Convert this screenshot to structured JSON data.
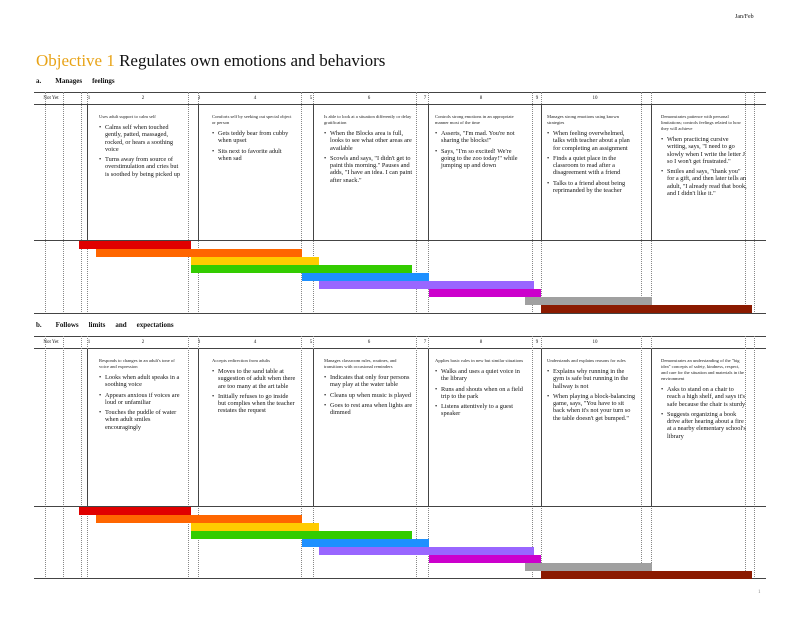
{
  "header_right": "Jan/Feb",
  "title": {
    "prefix": "Objective 1",
    "text": "Regulates own emotions and behaviors"
  },
  "sections": [
    {
      "label_letter": "a.",
      "label_w1": "Manages",
      "label_w2": "feelings",
      "header_cells": [
        "Not Yet",
        "1",
        "2",
        "3",
        "4",
        "5",
        "6",
        "7",
        "8",
        "9",
        "10"
      ],
      "columns": [
        {
          "head": "Uses adult support to calm self",
          "items": [
            "Calms self when touched gently, patted, massaged, rocked, or hears a soothing voice",
            "Turns away from source of overstimulation and cries but is soothed by being picked up"
          ]
        },
        {
          "head": "Comforts self by seeking out special object or person",
          "items": [
            "Gets teddy bear from cubby when upset",
            "Sits next to favorite adult when sad"
          ]
        },
        {
          "head": "Is able to look at a situation differently or delay gratification",
          "items": [
            "When the Blocks area is full, looks to see what other areas are available",
            "Scowls and says, \"I didn't get to paint this morning.\" Pauses and adds, \"I have an idea. I can paint after snack.\""
          ]
        },
        {
          "head": "Controls strong emotions in an appropriate manner most of the time",
          "items": [
            "Asserts, \"I'm mad. You're not sharing the blocks!\"",
            "Says, \"I'm so excited! We're going to the zoo today!\" while jumping up and down"
          ]
        },
        {
          "head": "Manages strong emotions using known strategies",
          "items": [
            "When feeling overwhelmed, talks with teacher about a plan for completing an assignment",
            "Finds a quiet place in the classroom to read after a disagreement with a friend",
            "Talks to a friend about being reprimanded by the teacher"
          ]
        },
        {
          "head": "Demonstrates patience with personal limitations; controls feelings related to how they will achieve",
          "items": [
            "When practicing cursive writing, says, \"I need to go slowly when I write the letter J so I won't get frustrated.\"",
            "Smiles and says, \"thank you\" for a gift, and then later tells an adult, \"I already read that book, and I didn't like it.\""
          ]
        }
      ]
    },
    {
      "label_letter": "b.",
      "label_w1": "Follows",
      "label_w2": "limits",
      "label_w3": "and",
      "label_w4": "expectations",
      "header_cells": [
        "Not Yet",
        "1",
        "2",
        "3",
        "4",
        "5",
        "6",
        "7",
        "8",
        "9",
        "10"
      ],
      "columns": [
        {
          "head": "Responds to changes in an adult's tone of voice and expression",
          "items": [
            "Looks when adult speaks in a soothing voice",
            "Appears anxious if voices are loud or unfamiliar",
            "Touches the puddle of water when adult smiles encouragingly"
          ]
        },
        {
          "head": "Accepts redirection from adults",
          "items": [
            "Moves to the sand table at suggestion of adult when there are too many at the art table",
            "Initially refuses to go inside but complies when the teacher restates the request"
          ]
        },
        {
          "head": "Manages classroom rules, routines, and transitions with occasional reminders",
          "items": [
            "Indicates that only four persons may play at the water table",
            "Cleans up when music is played",
            "Goes to rest area when lights are dimmed"
          ]
        },
        {
          "head": "Applies basic rules in new but similar situations",
          "items": [
            "Walks and uses a quiet voice in the library",
            "Runs and shouts when on a field trip to the park",
            "Listens attentively to a guest speaker"
          ]
        },
        {
          "head": "Understands and explains reasons for rules",
          "items": [
            "Explains why running in the gym is safe but running in the hallway is not",
            "When playing a block-balancing game, says, \"You have to sit back when it's not your turn so the table doesn't get bumped.\""
          ]
        },
        {
          "head": "Demonstrates an understanding of the \"big idea\" concepts of safety, kindness, respect, and care for the situation and materials in the environment",
          "items": [
            "Asks to stand on a chair to reach a high shelf, and says it's safe because the chair is sturdy",
            "Suggests organizing a book drive after hearing about a fire at a nearby elementary school's library"
          ]
        }
      ]
    }
  ],
  "band_colors": [
    "#e00000",
    "#ff6600",
    "#ffcc00",
    "#33cc00",
    "#1e90ff",
    "#9966ff",
    "#cc00cc",
    "#a0a0a0",
    "#8b1a00"
  ],
  "page_number": "1"
}
